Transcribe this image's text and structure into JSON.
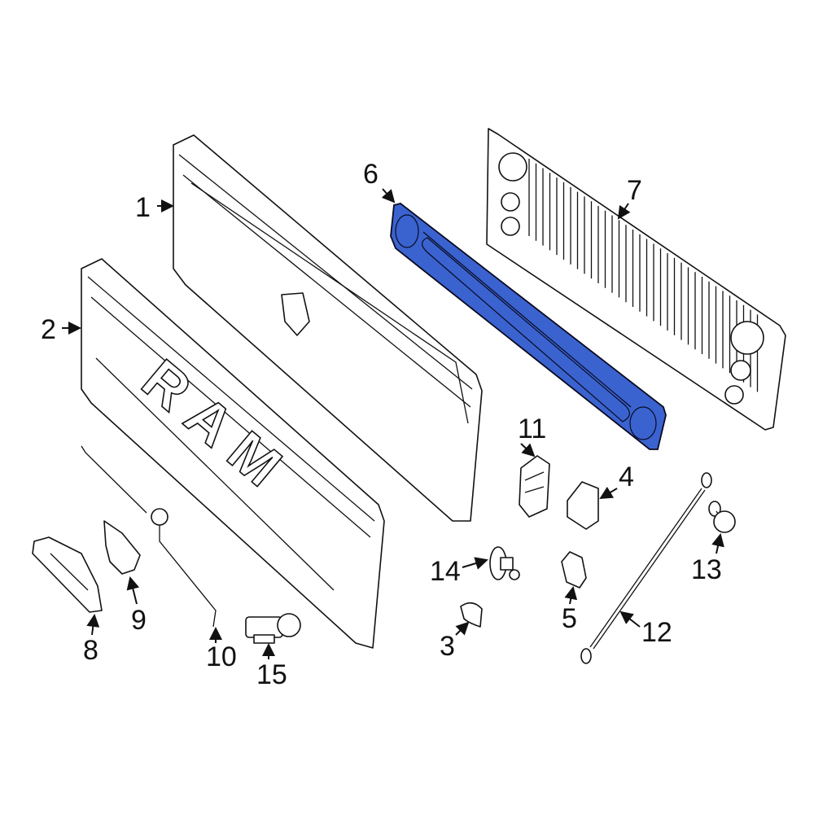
{
  "diagram": {
    "type": "exploded parts diagram",
    "highlight_color": "#3a63d0",
    "highlighted_part": "6",
    "logo_lettering": "RAM"
  },
  "callouts": [
    {
      "label": "1"
    },
    {
      "label": "2"
    },
    {
      "label": "3"
    },
    {
      "label": "4"
    },
    {
      "label": "5"
    },
    {
      "label": "6"
    },
    {
      "label": "7"
    },
    {
      "label": "8"
    },
    {
      "label": "9"
    },
    {
      "label": "10"
    },
    {
      "label": "11"
    },
    {
      "label": "12"
    },
    {
      "label": "13"
    },
    {
      "label": "14"
    },
    {
      "label": "15"
    }
  ]
}
